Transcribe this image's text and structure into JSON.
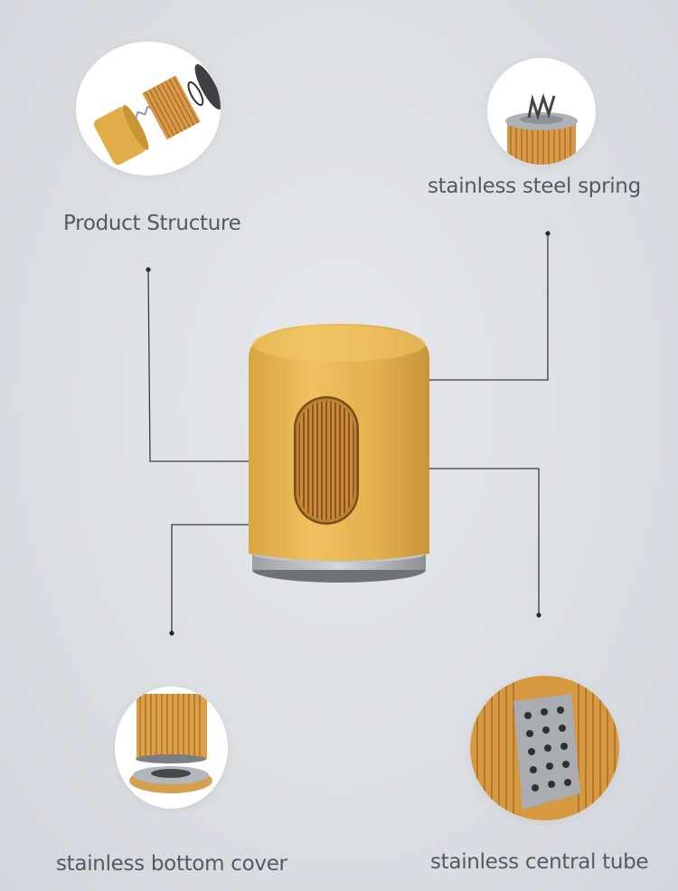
{
  "labels": {
    "product_structure": "Product Structure",
    "steel_spring": "stainless steel spring",
    "bottom_cover": "stainless bottom cover",
    "central_tube": "stainless central tube"
  },
  "colors": {
    "filter_yellow": "#e9b44c",
    "filter_yellow_dark": "#c99433",
    "media_brown": "#a36a2a",
    "steel": "#b9bcc0",
    "line": "#3a3a3a"
  }
}
